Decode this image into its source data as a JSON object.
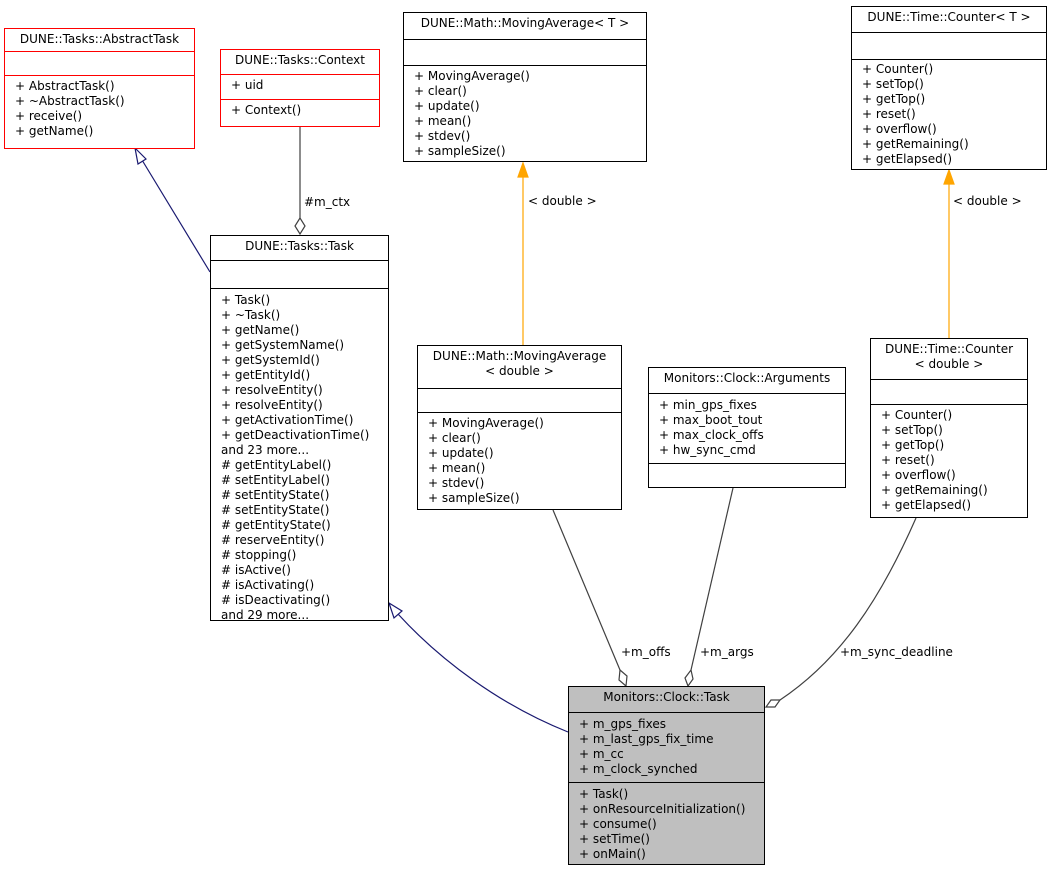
{
  "classes": {
    "abstract_task": {
      "title": [
        "DUNE::Tasks::AbstractTask"
      ],
      "attributes": [],
      "methods": [
        "+ AbstractTask()",
        "+ ~AbstractTask()",
        "+ receive()",
        "+ getName()"
      ]
    },
    "context": {
      "title": [
        "DUNE::Tasks::Context"
      ],
      "attributes": [
        "+ uid"
      ],
      "methods": [
        "+ Context()"
      ]
    },
    "moving_average_t": {
      "title": [
        "DUNE::Math::MovingAverage< T >"
      ],
      "attributes": [],
      "methods": [
        "+ MovingAverage()",
        "+ clear()",
        "+ update()",
        "+ mean()",
        "+ stdev()",
        "+ sampleSize()"
      ]
    },
    "counter_t": {
      "title": [
        "DUNE::Time::Counter< T >"
      ],
      "attributes": [],
      "methods": [
        "+ Counter()",
        "+ setTop()",
        "+ getTop()",
        "+ reset()",
        "+ overflow()",
        "+ getRemaining()",
        "+ getElapsed()"
      ]
    },
    "task": {
      "title": [
        "DUNE::Tasks::Task"
      ],
      "attributes": [],
      "methods": [
        "+ Task()",
        "+ ~Task()",
        "+ getName()",
        "+ getSystemName()",
        "+ getSystemId()",
        "+ getEntityId()",
        "+ resolveEntity()",
        "+ resolveEntity()",
        "+ getActivationTime()",
        "+ getDeactivationTime()",
        "and 23 more...",
        "# getEntityLabel()",
        "# setEntityLabel()",
        "# setEntityState()",
        "# setEntityState()",
        "# getEntityState()",
        "# reserveEntity()",
        "# stopping()",
        "# isActive()",
        "# isActivating()",
        "# isDeactivating()",
        "and 29 more..."
      ]
    },
    "moving_average_double": {
      "title": [
        "DUNE::Math::MovingAverage",
        "< double >"
      ],
      "attributes": [],
      "methods": [
        "+ MovingAverage()",
        "+ clear()",
        "+ update()",
        "+ mean()",
        "+ stdev()",
        "+ sampleSize()"
      ]
    },
    "arguments": {
      "title": [
        "Monitors::Clock::Arguments"
      ],
      "attributes": [
        "+ min_gps_fixes",
        "+ max_boot_tout",
        "+ max_clock_offs",
        "+ hw_sync_cmd"
      ],
      "methods": []
    },
    "counter_double": {
      "title": [
        "DUNE::Time::Counter",
        "< double >"
      ],
      "attributes": [],
      "methods": [
        "+ Counter()",
        "+ setTop()",
        "+ getTop()",
        "+ reset()",
        "+ overflow()",
        "+ getRemaining()",
        "+ getElapsed()"
      ]
    },
    "clock_task": {
      "title": [
        "Monitors::Clock::Task"
      ],
      "attributes": [
        "+ m_gps_fixes",
        "+ m_last_gps_fix_time",
        "+ m_cc",
        "+ m_clock_synched"
      ],
      "methods": [
        "+ Task()",
        "+ onResourceInitialization()",
        "+ consume()",
        "+ setTime()",
        "+ onMain()"
      ]
    }
  },
  "edge_labels": {
    "m_ctx": "#m_ctx",
    "template_moving_average": "< double >",
    "template_counter": "< double >",
    "m_offs": "+m_offs",
    "m_args": "+m_args",
    "m_sync_deadline": "+m_sync_deadline"
  },
  "colors": {
    "inheritance": "#191970",
    "template": "#ffa500",
    "association": "#404040",
    "highlight_fill": "#bfbfbf",
    "base_border": "#ff0000"
  }
}
